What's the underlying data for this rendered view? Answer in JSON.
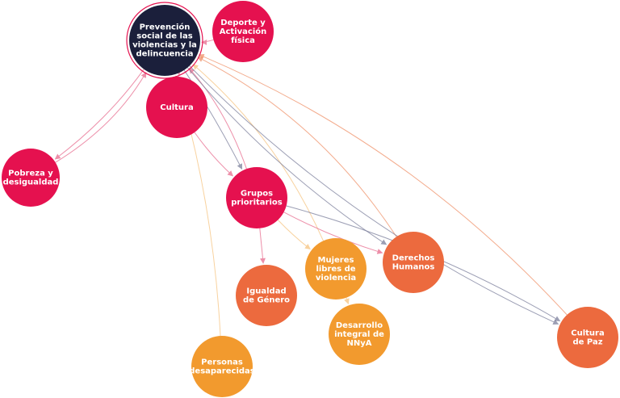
{
  "colors": {
    "navy": "#1b1f3b",
    "crimson": "#e5114f",
    "coral": "#ec6a3e",
    "orange": "#f29a2e",
    "edge_navy": "#7c7f9c",
    "edge_crimson": "#e76a8d",
    "edge_coral": "#ef9067",
    "edge_orange": "#f6c37f"
  },
  "nodes": [
    {
      "id": "prevencion",
      "label": [
        "Prevención",
        "social de las",
        "violencias y la",
        "delincuencia"
      ],
      "color": "navy"
    },
    {
      "id": "deporte",
      "label": [
        "Deporte y",
        "Activación",
        "física"
      ],
      "color": "crimson"
    },
    {
      "id": "cultura",
      "label": [
        "Cultura"
      ],
      "color": "crimson"
    },
    {
      "id": "pobreza",
      "label": [
        "Pobreza y",
        "desigualdad"
      ],
      "color": "crimson"
    },
    {
      "id": "grupos",
      "label": [
        "Grupos",
        "prioritarios"
      ],
      "color": "crimson"
    },
    {
      "id": "mujeres",
      "label": [
        "Mujeres",
        "libres de",
        "violencia"
      ],
      "color": "orange"
    },
    {
      "id": "derechos",
      "label": [
        "Derechos",
        "Humanos"
      ],
      "color": "coral"
    },
    {
      "id": "igualdad",
      "label": [
        "Igualdad",
        "de Género"
      ],
      "color": "coral"
    },
    {
      "id": "desarrollo",
      "label": [
        "Desarrollo",
        "integral de",
        "NNyA"
      ],
      "color": "orange"
    },
    {
      "id": "cultura_paz",
      "label": [
        "Cultura",
        "de Paz"
      ],
      "color": "coral"
    },
    {
      "id": "personas",
      "label": [
        "Personas",
        "desaparecidas"
      ],
      "color": "orange"
    }
  ],
  "edges": [
    {
      "from": "deporte",
      "to": "prevencion",
      "color": "edge_crimson"
    },
    {
      "from": "cultura",
      "to": "prevencion",
      "color": "edge_crimson"
    },
    {
      "from": "pobreza",
      "to": "prevencion",
      "color": "edge_crimson"
    },
    {
      "from": "prevencion",
      "to": "pobreza",
      "color": "edge_crimson"
    },
    {
      "from": "grupos",
      "to": "prevencion",
      "color": "edge_crimson"
    },
    {
      "from": "prevencion",
      "to": "grupos",
      "color": "edge_navy"
    },
    {
      "from": "cultura",
      "to": "grupos",
      "color": "edge_crimson"
    },
    {
      "from": "mujeres",
      "to": "prevencion",
      "color": "edge_orange"
    },
    {
      "from": "derechos",
      "to": "prevencion",
      "color": "edge_coral"
    },
    {
      "from": "prevencion",
      "to": "derechos",
      "color": "edge_navy"
    },
    {
      "from": "cultura_paz",
      "to": "prevencion",
      "color": "edge_coral"
    },
    {
      "from": "prevencion",
      "to": "cultura_paz",
      "color": "edge_navy"
    },
    {
      "from": "personas",
      "to": "prevencion",
      "color": "edge_orange"
    },
    {
      "from": "grupos",
      "to": "igualdad",
      "color": "edge_crimson"
    },
    {
      "from": "mujeres",
      "to": "desarrollo",
      "color": "edge_orange"
    },
    {
      "from": "grupos",
      "to": "cultura_paz",
      "color": "edge_navy"
    },
    {
      "from": "grupos",
      "to": "derechos",
      "color": "edge_crimson"
    },
    {
      "from": "grupos",
      "to": "mujeres",
      "color": "edge_orange"
    }
  ]
}
